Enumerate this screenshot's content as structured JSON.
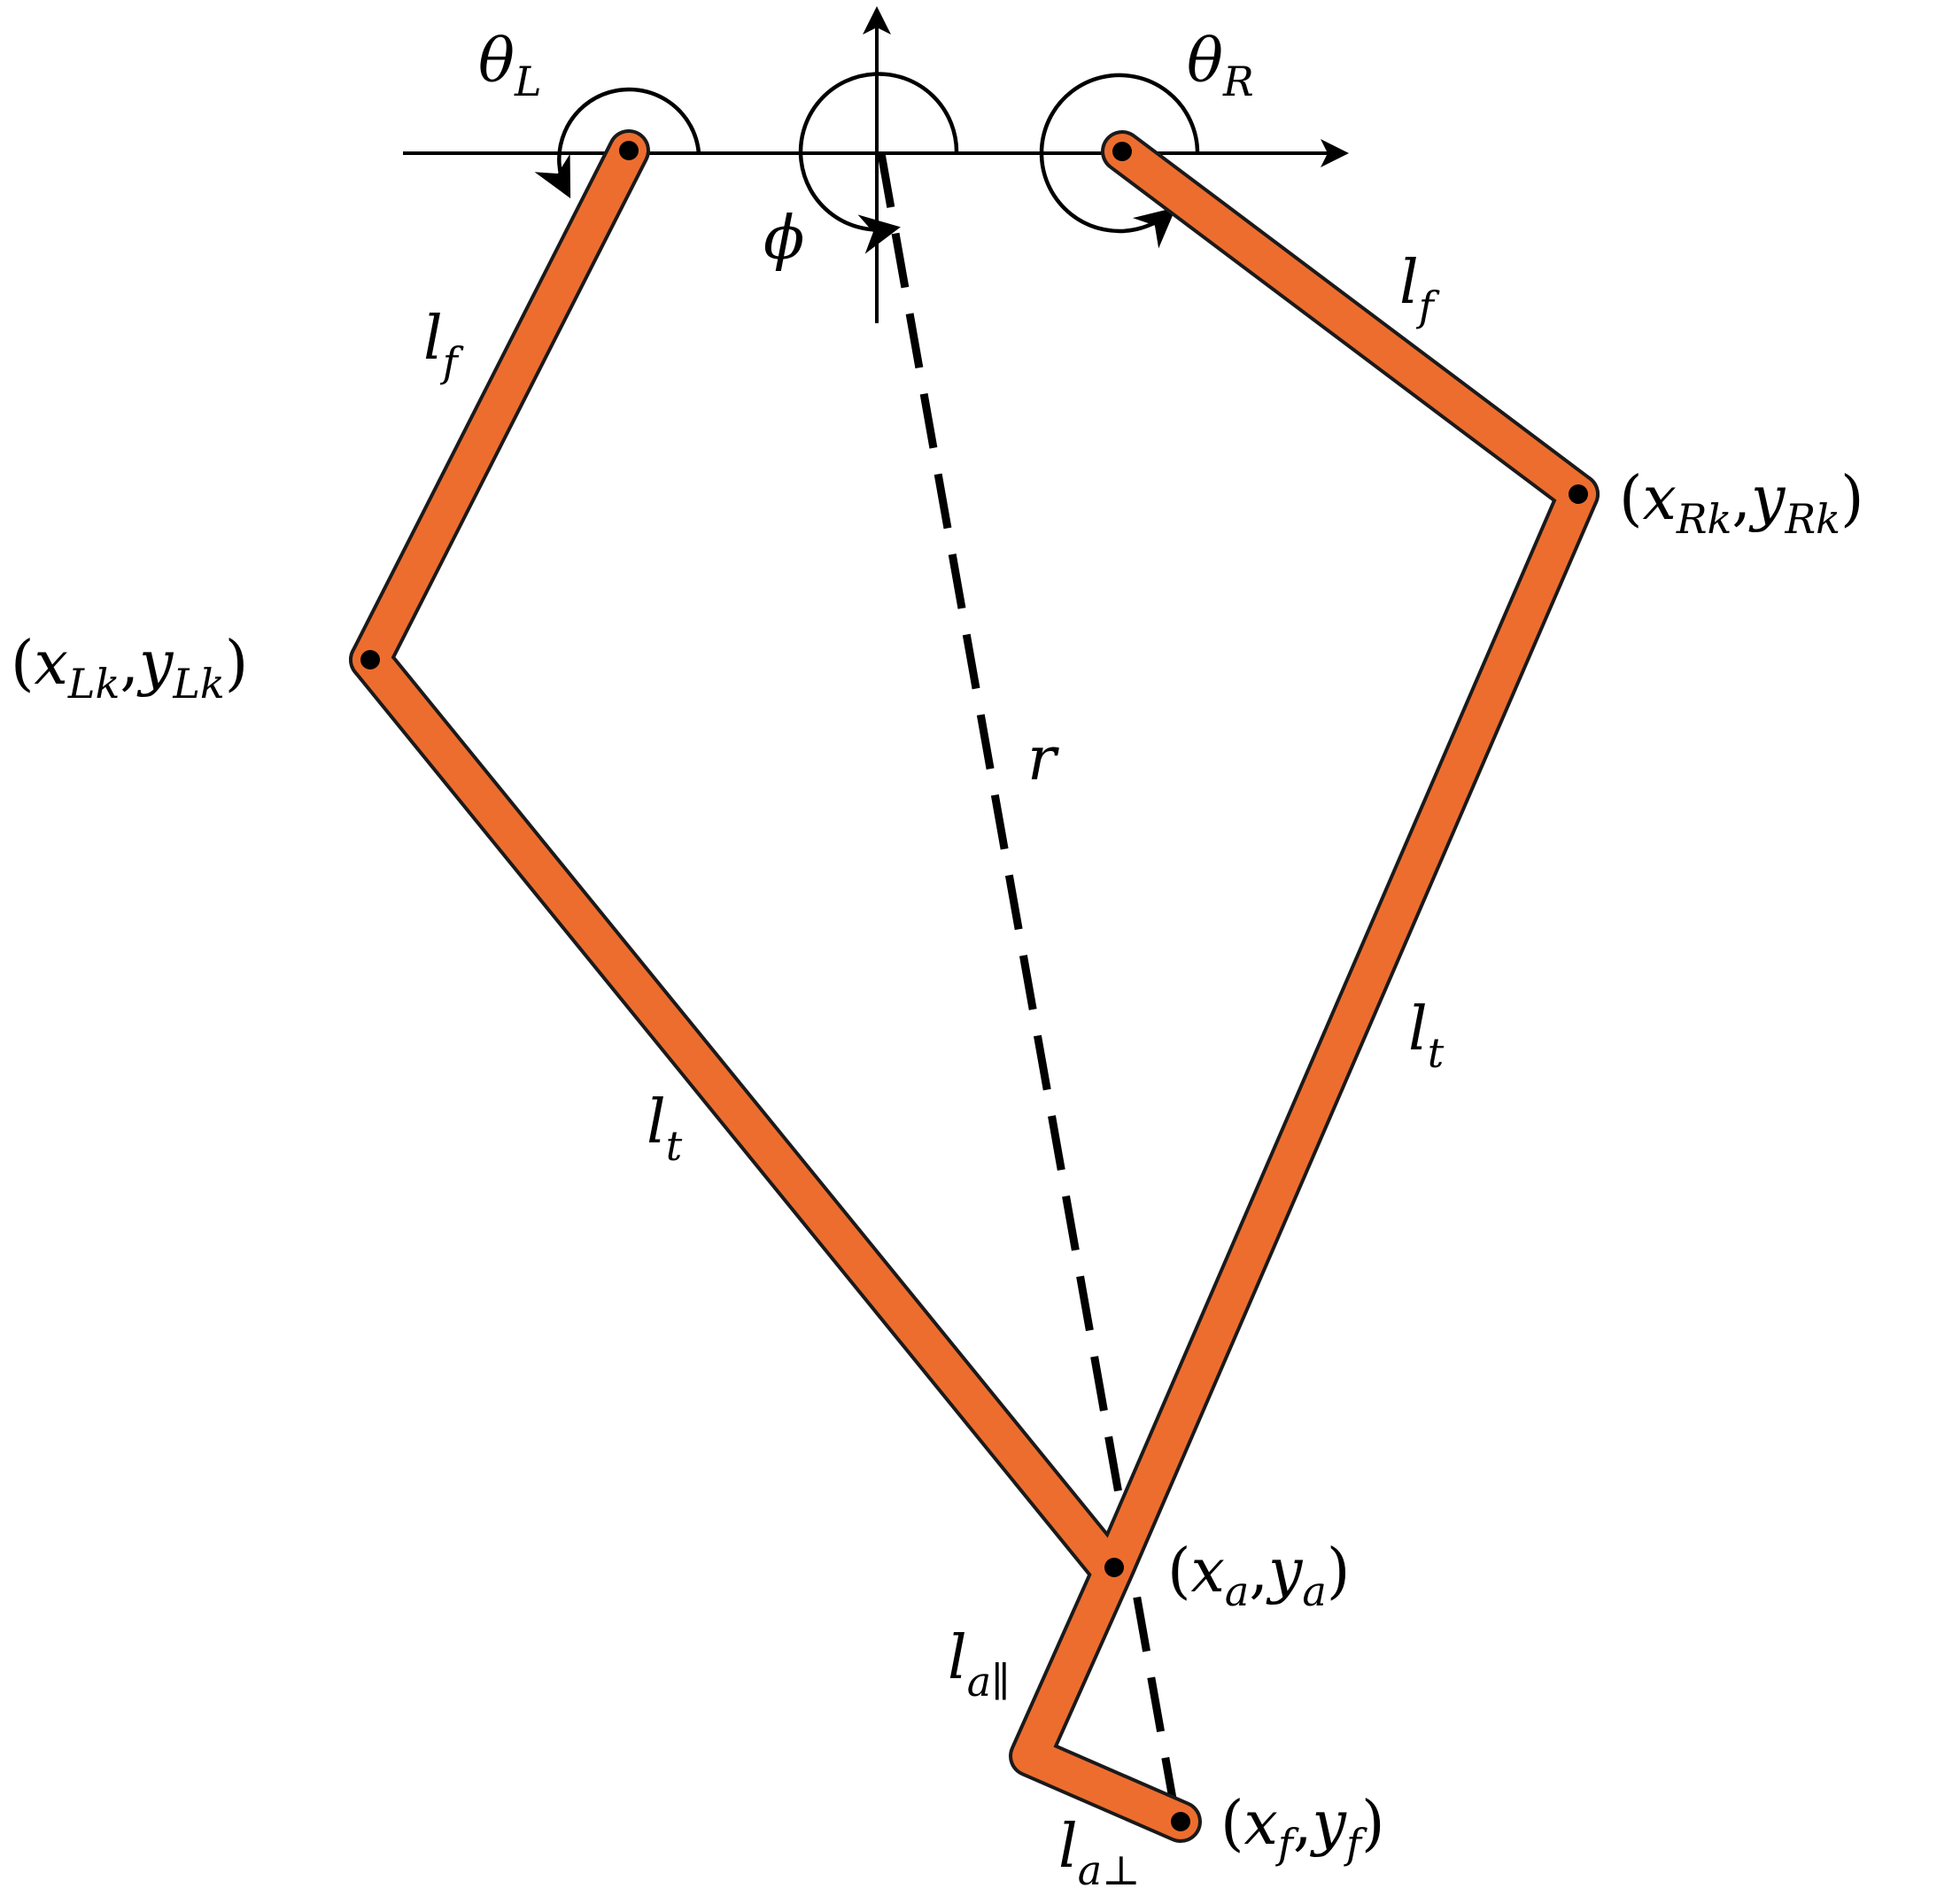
{
  "colors": {
    "link_fill": "#ed6d2f",
    "link_outline": "#1a1a1a",
    "line": "#000000",
    "background": "#ffffff"
  },
  "labels": {
    "theta_L": {
      "base": "θ",
      "sub": "L"
    },
    "theta_R": {
      "base": "θ",
      "sub": "R"
    },
    "phi": {
      "base": "ϕ"
    },
    "r": {
      "base": "r"
    },
    "lf_left": {
      "base": "l",
      "sub": "f"
    },
    "lf_right": {
      "base": "l",
      "sub": "f"
    },
    "lt_left": {
      "base": "l",
      "sub": "t"
    },
    "lt_right": {
      "base": "l",
      "sub": "t"
    },
    "la_par": {
      "base": "l",
      "sub": "a∥"
    },
    "la_perp": {
      "base": "l",
      "sub": "a⊥"
    },
    "left_knee": {
      "open": "(",
      "x": "x",
      "xsub": "Lk",
      "comma": ",",
      "y": "y",
      "ysub": "Lk",
      "close": ")"
    },
    "right_knee": {
      "open": "(",
      "x": "x",
      "xsub": "Rk",
      "comma": ",",
      "y": "y",
      "ysub": "Rk",
      "close": ")"
    },
    "ankle": {
      "open": "(",
      "x": "x",
      "xsub": "a",
      "comma": ",",
      "y": "y",
      "ysub": "a",
      "close": ")"
    },
    "foot": {
      "open": "(",
      "x": "x",
      "xsub": "f",
      "comma": ",",
      "y": "y",
      "ysub": "f",
      "close": ")"
    }
  }
}
